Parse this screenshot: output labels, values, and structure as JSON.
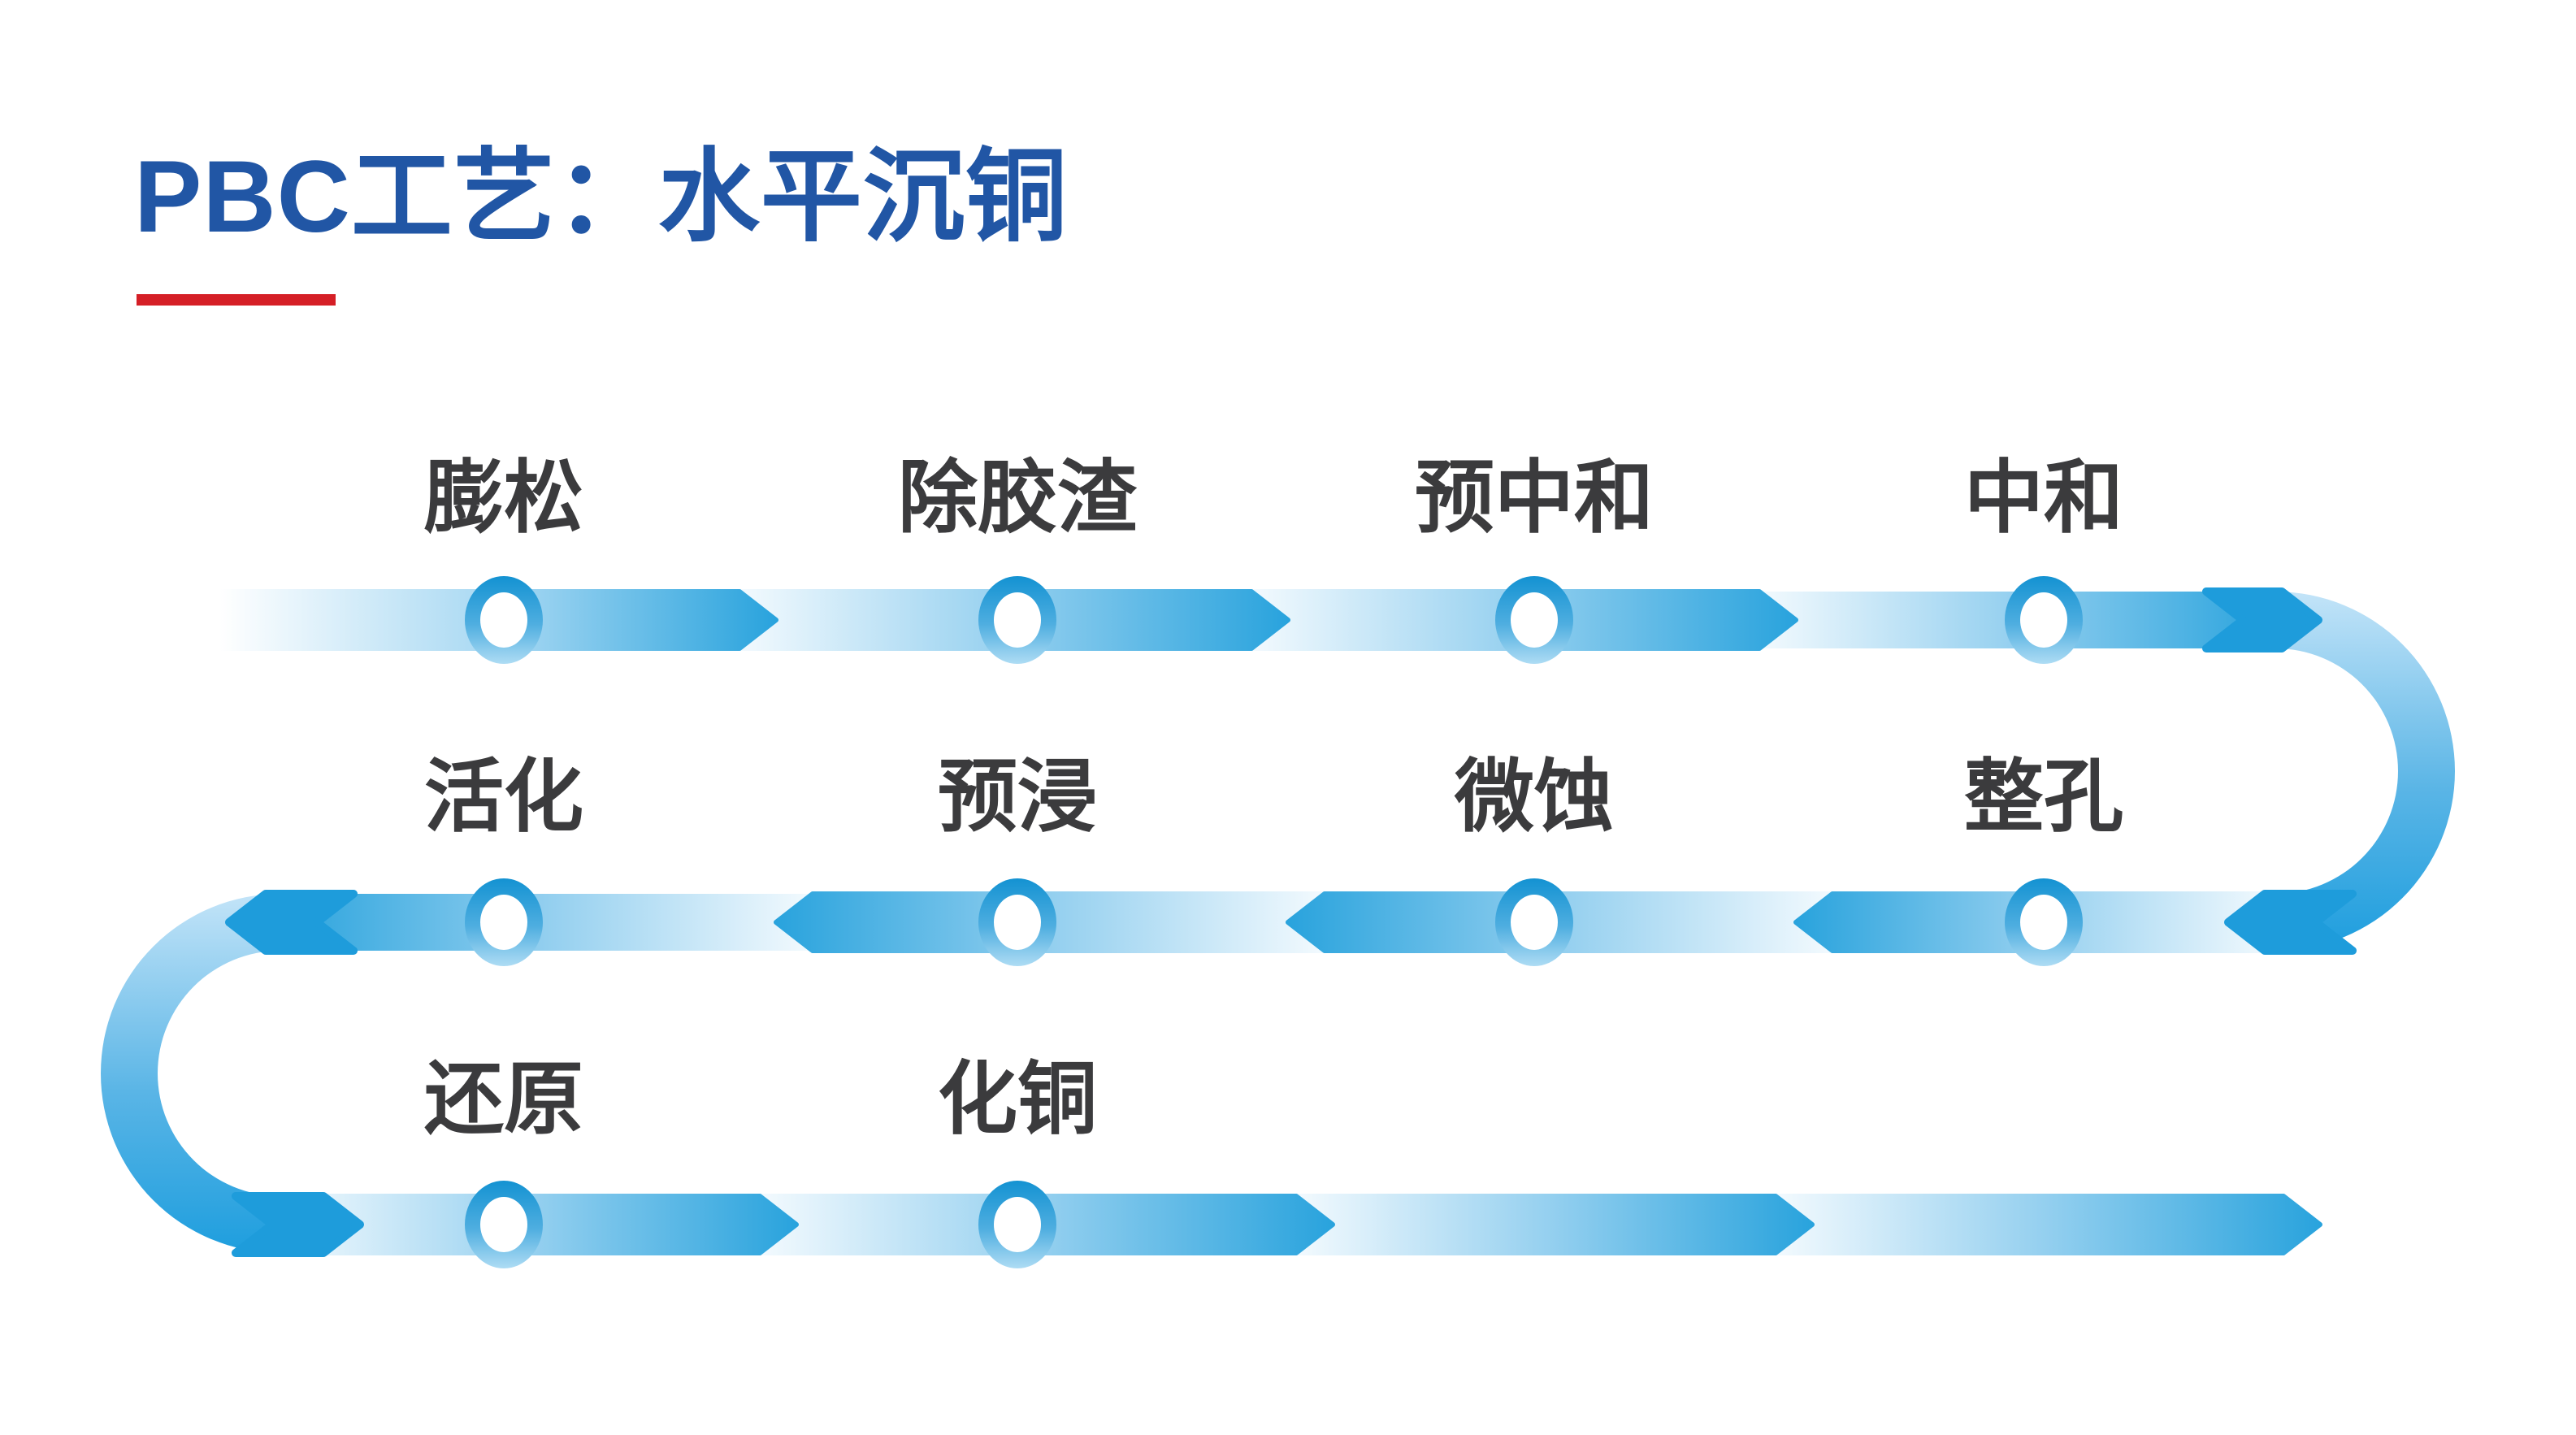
{
  "title": "PBC工艺：水平沉铜",
  "process": {
    "steps": [
      {
        "order": 1,
        "label": "膨松"
      },
      {
        "order": 2,
        "label": "除胶渣"
      },
      {
        "order": 3,
        "label": "预中和"
      },
      {
        "order": 4,
        "label": "中和"
      },
      {
        "order": 5,
        "label": "整孔"
      },
      {
        "order": 6,
        "label": "微蚀"
      },
      {
        "order": 7,
        "label": "预浸"
      },
      {
        "order": 8,
        "label": "活化"
      },
      {
        "order": 9,
        "label": "还原"
      },
      {
        "order": 10,
        "label": "化铜"
      }
    ]
  },
  "colors": {
    "title_blue": "#2156A5",
    "accent_red": "#D51F26",
    "flow_blue_saturated": "#29A3DD",
    "flow_blue_mid": "#93CFEF",
    "flow_light": "#F3FAFE",
    "junction_arrow_blue": "#1E9CDB",
    "node_ring_top": "#1392D2",
    "node_ring_bottom": "#AEDCF4",
    "node_center": "#FFFFFF",
    "label_gray": "#3B3B3D"
  }
}
